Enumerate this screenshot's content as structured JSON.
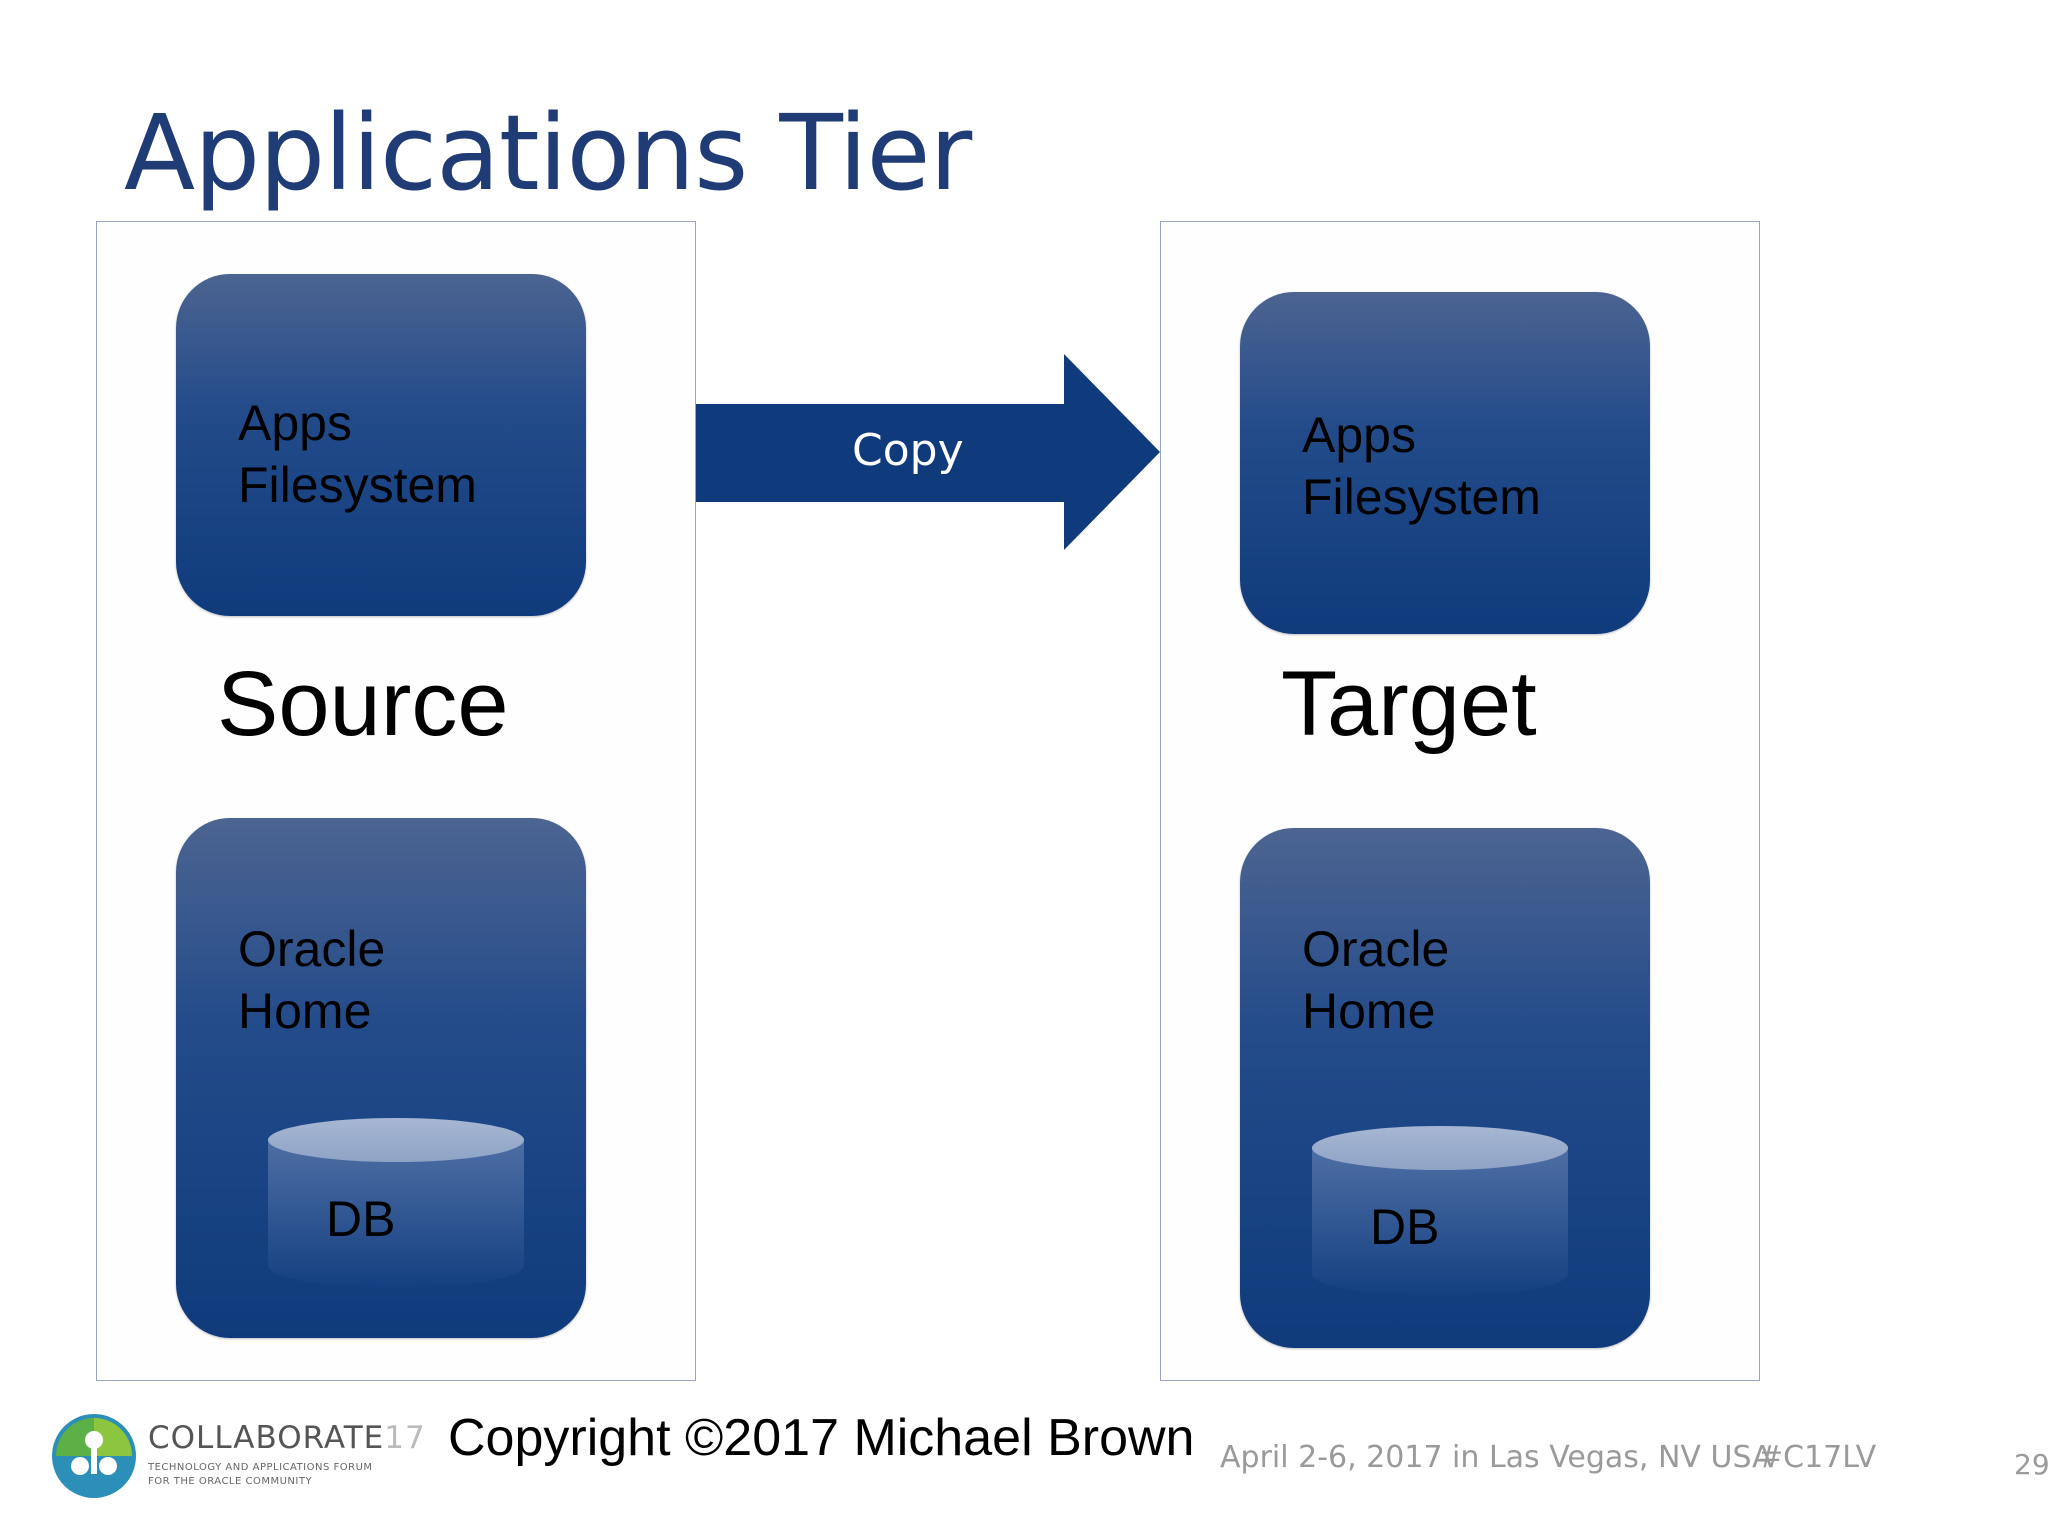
{
  "slide": {
    "title": "Applications Tier",
    "page_number": "29"
  },
  "source": {
    "caption": "Source",
    "apps_box": "Apps\nFilesystem",
    "oracle_box": "Oracle\nHome",
    "db": "DB"
  },
  "target": {
    "caption": "Target",
    "apps_box": "Apps\nFilesystem",
    "oracle_box": "Oracle\nHome",
    "db": "DB"
  },
  "arrow": {
    "label": "Copy"
  },
  "footer": {
    "logo_word": "COLLABORATE",
    "logo_number": "17",
    "logo_line1": "TECHNOLOGY AND APPLICATIONS FORUM",
    "logo_line2": "FOR THE ORACLE COMMUNITY",
    "copyright": "Copyright ©2017 Michael Brown",
    "event": "April 2-6, 2017 in Las Vegas, NV USA",
    "hashtag": "#C17LV"
  },
  "colors": {
    "title": "#1f3c76",
    "box_top": "#4c6491",
    "box_bottom": "#0f3b7c",
    "arrow": "#0f3b7c"
  }
}
